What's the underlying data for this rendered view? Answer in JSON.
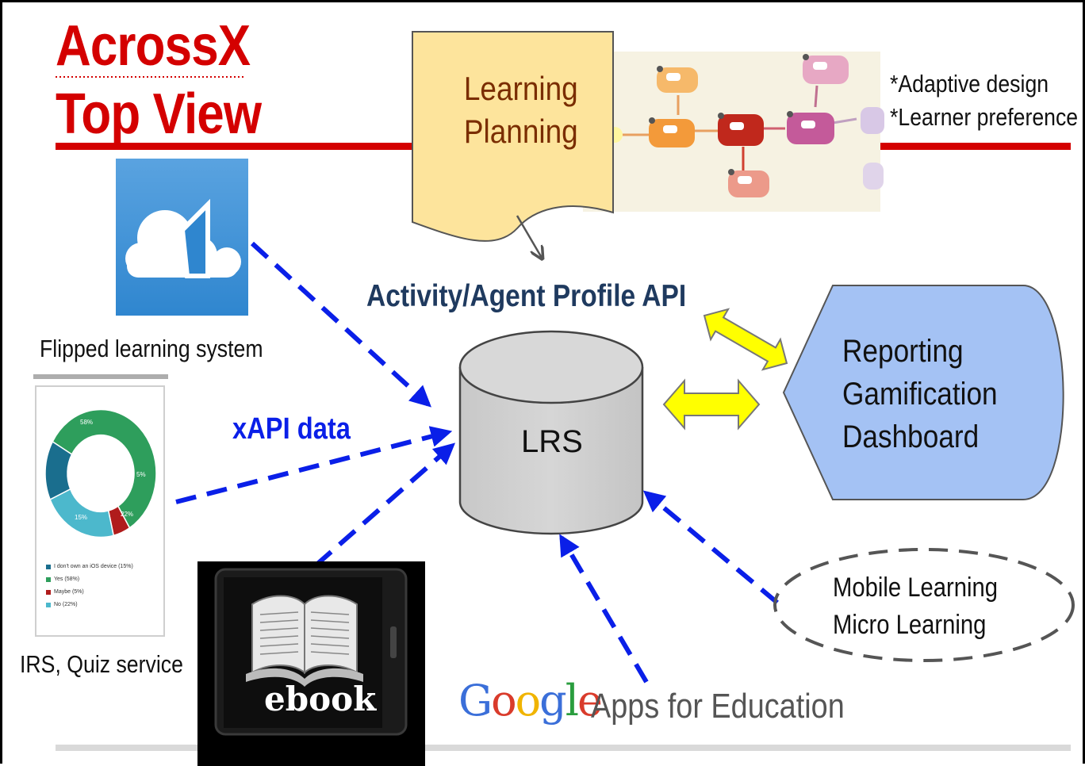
{
  "title": {
    "line1": "AcrossX",
    "line2": "Top View"
  },
  "learning_planning": {
    "line1": "Learning",
    "line2": "Planning"
  },
  "adaptive_notes": [
    "*Adaptive design",
    "*Learner preference"
  ],
  "flipped_learning": {
    "label": "Flipped learning system",
    "icon": "cloud-app-icon"
  },
  "api_title": "Activity/Agent Profile API",
  "xapi_label": "xAPI data",
  "lrs_label": "LRS",
  "reporting": {
    "lines": [
      "Reporting",
      "Gamification",
      "Dashboard"
    ]
  },
  "mobile": {
    "lines": [
      "Mobile Learning",
      "Micro Learning"
    ]
  },
  "irs": {
    "label": "IRS, Quiz service",
    "legend": [
      "I don't own an iOS device (15%)",
      "Yes (58%)",
      "Maybe (5%)",
      "No (22%)"
    ],
    "pcts": [
      "58%",
      "5%",
      "22%",
      "15%"
    ],
    "colors": [
      "#1a6e8e",
      "#2e9e5c",
      "#b01c1c",
      "#4cb8cc"
    ]
  },
  "ebook": {
    "label": "ebook"
  },
  "google": {
    "logo": [
      "G",
      "o",
      "o",
      "g",
      "l",
      "e"
    ],
    "suffix": "Apps for Education",
    "colors": [
      "#3b6fd9",
      "#d93b2b",
      "#f0b400",
      "#3b6fd9",
      "#2a9d3e",
      "#d93b2b"
    ]
  },
  "colors": {
    "title_red": "#d40000",
    "arrow_blue": "#0a1fe8",
    "yellow_arrow": "#ffff00",
    "reporting_fill": "#a4c2f4",
    "learning_fill": "#fde49c"
  }
}
